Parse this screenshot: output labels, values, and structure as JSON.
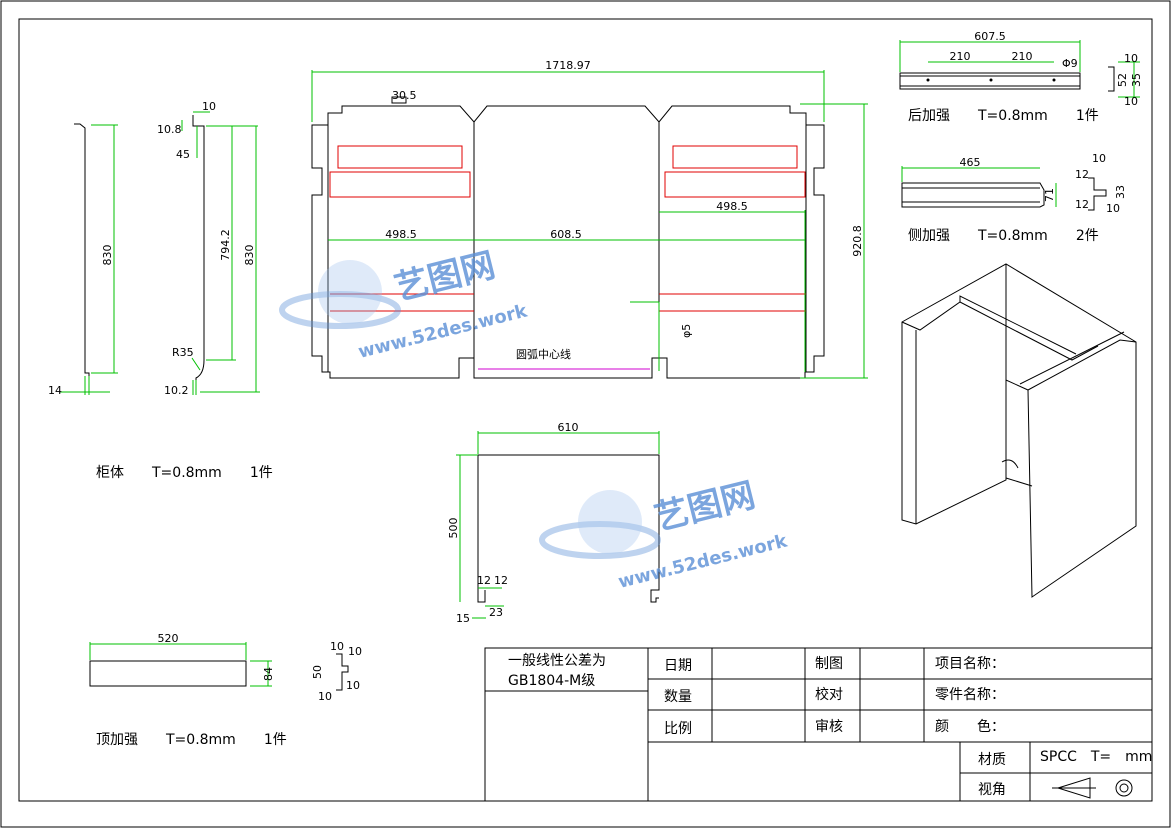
{
  "drawing": {
    "dims": {
      "overall_width": "1718.97",
      "left_width": "498.5",
      "center_width": "608.5",
      "right_width": "498.5",
      "total_height": "920.8",
      "small_tab": "30.5",
      "profile_830_a": "830",
      "profile_14": "14",
      "profile_10": "10",
      "profile_10_8": "10.8",
      "profile_45": "45",
      "profile_794_2": "794.2",
      "profile_830_b": "830",
      "profile_r35": "R35",
      "profile_10_2": "10.2",
      "back_607_5": "607.5",
      "back_210_a": "210",
      "back_210_b": "210",
      "back_phi9": "Φ9",
      "back_10_a": "10",
      "back_52": "52",
      "back_35": "35",
      "back_10_b": "10",
      "side_465": "465",
      "side_71": "71",
      "side_10_a": "10",
      "side_12_a": "12",
      "side_33": "33",
      "side_12_b": "12",
      "side_10_b": "10",
      "bottom_610": "610",
      "bottom_500": "500",
      "bottom_12_a": "12",
      "bottom_12_b": "12",
      "bottom_15": "15",
      "bottom_23": "23",
      "top_520": "520",
      "top_84": "84",
      "top_10_a": "10",
      "top_10_b": "10",
      "top_50": "50",
      "top_10_c": "10",
      "top_10_d": "10",
      "arc_center_label": "圆弧中心线",
      "side_hole_label": "φ5"
    },
    "labels": {
      "cabinet": "柜体　　T=0.8mm　　1件",
      "back_reinforce": "后加强　　T=0.8mm　　1件",
      "side_reinforce": "侧加强　　T=0.8mm　　2件",
      "top_reinforce": "顶加强　　T=0.8mm　　1件"
    },
    "watermark": {
      "brand": "艺图网",
      "url": "www.52des.work"
    }
  },
  "title_block": {
    "tolerance_line1": "一般线性公差为",
    "tolerance_line2": "GB1804-M级",
    "date": "日期",
    "quantity": "数量",
    "scale": "比例",
    "drawn": "制图",
    "checked": "校对",
    "reviewed": "审核",
    "project_name": "项目名称：",
    "part_name": "零件名称：",
    "color": "颜　　色：",
    "material_label": "材质",
    "material_value": "SPCC　T=　mm",
    "view_label": "视角"
  },
  "colors": {
    "dimension": "#00c000",
    "outline": "#000000",
    "cutout": "#e00000",
    "centerline": "#d000d0",
    "watermark": "#5b8fd6"
  }
}
